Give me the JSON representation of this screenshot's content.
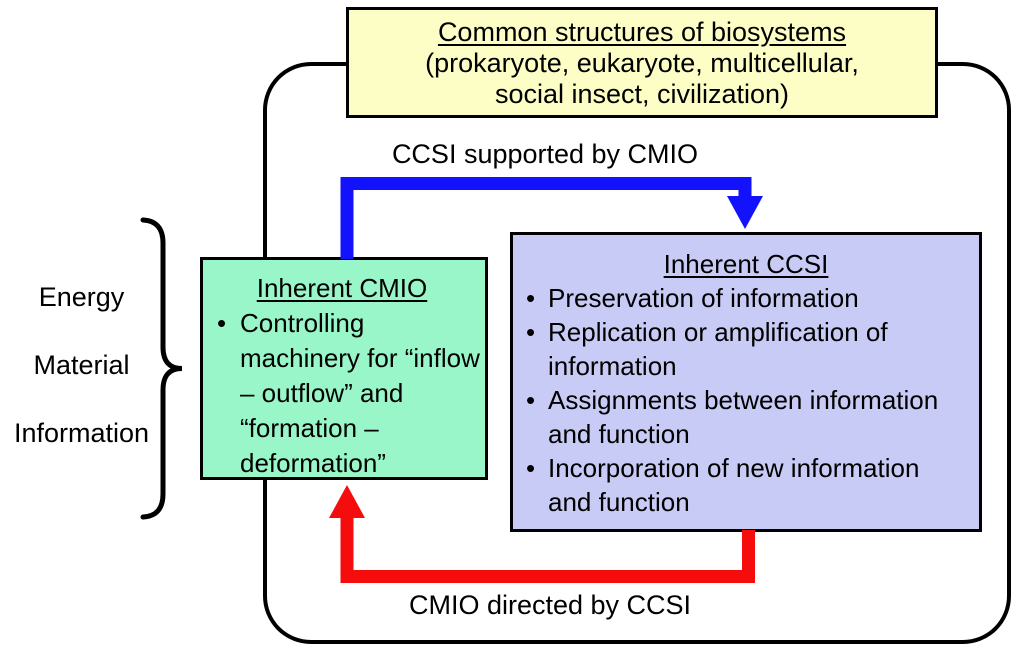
{
  "biosystems_box": {
    "title": "Common structures of biosystems",
    "subtitle_line1": "(prokaryote, eukaryote, multicellular,",
    "subtitle_line2": "social insect, civilization)",
    "bg_color": "#fdfdc6",
    "border_color": "#000000"
  },
  "flow_inputs": {
    "items": [
      "Energy",
      "Material",
      "Information"
    ]
  },
  "cmio_box": {
    "title": "Inherent CMIO",
    "bullet_marker": "•",
    "bullets": [
      "Controlling machinery for “inflow – outflow” and “formation – deformation”"
    ],
    "bg_color": "#98f6c8",
    "border_color": "#000000"
  },
  "ccsi_box": {
    "title": "Inherent CCSI",
    "bullet_marker": "•",
    "bullets": [
      "Preservation of information",
      "Replication or amplification of information",
      "Assignments between information and function",
      "Incorporation of new information and function"
    ],
    "bg_color": "#c8cbf5",
    "border_color": "#000000"
  },
  "arrows": {
    "top": {
      "label": "CCSI supported by CMIO",
      "color": "#1212fc"
    },
    "bottom": {
      "label": "CMIO directed by CCSI",
      "color": "#f50d0d"
    }
  },
  "boundary": {
    "border_color": "#000000"
  }
}
